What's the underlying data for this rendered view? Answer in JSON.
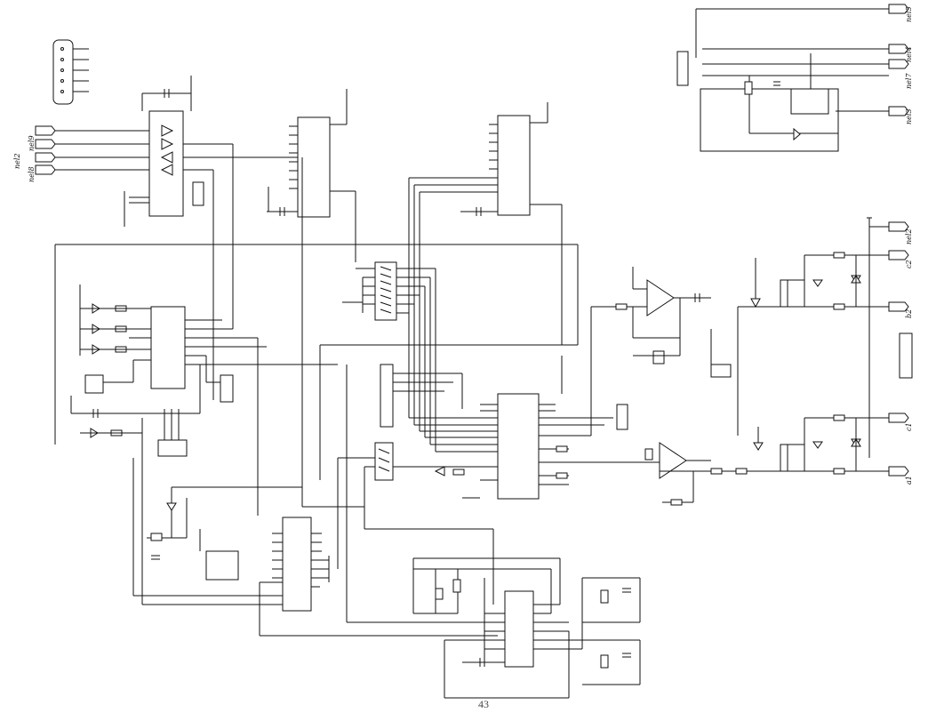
{
  "page_number": "43",
  "signals_left": [
    "nel9",
    "nel2",
    "nel8"
  ],
  "signals_right_top": [
    "nel5",
    "nel4",
    "nel7"
  ],
  "signals_right_top_b": [
    "nel3"
  ],
  "signals_right_mid": [
    "nel2",
    "c2",
    "b2"
  ],
  "signals_right_low": [
    "c1",
    "a1"
  ]
}
